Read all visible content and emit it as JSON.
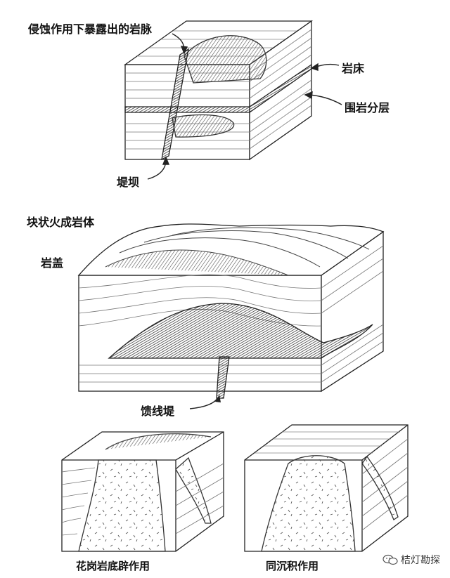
{
  "labels": {
    "exposed_vein": "侵蚀作用下暴露出的岩脉",
    "sill": "岩床",
    "country_rock_layers": "围岩分层",
    "dike": "堤坝",
    "batholith_title": "块状火成岩体",
    "laccolith": "岩盖",
    "feeder_dike": "馈线堤",
    "granitization": "花岗岩底辟作用",
    "syndeposition": "同沉积作用"
  },
  "watermark": {
    "text": "桔灯勘探",
    "icon": "wechat-icon"
  },
  "colors": {
    "ink": "#222222",
    "dark_fill": "#3a3a3a",
    "paper": "#ffffff"
  }
}
